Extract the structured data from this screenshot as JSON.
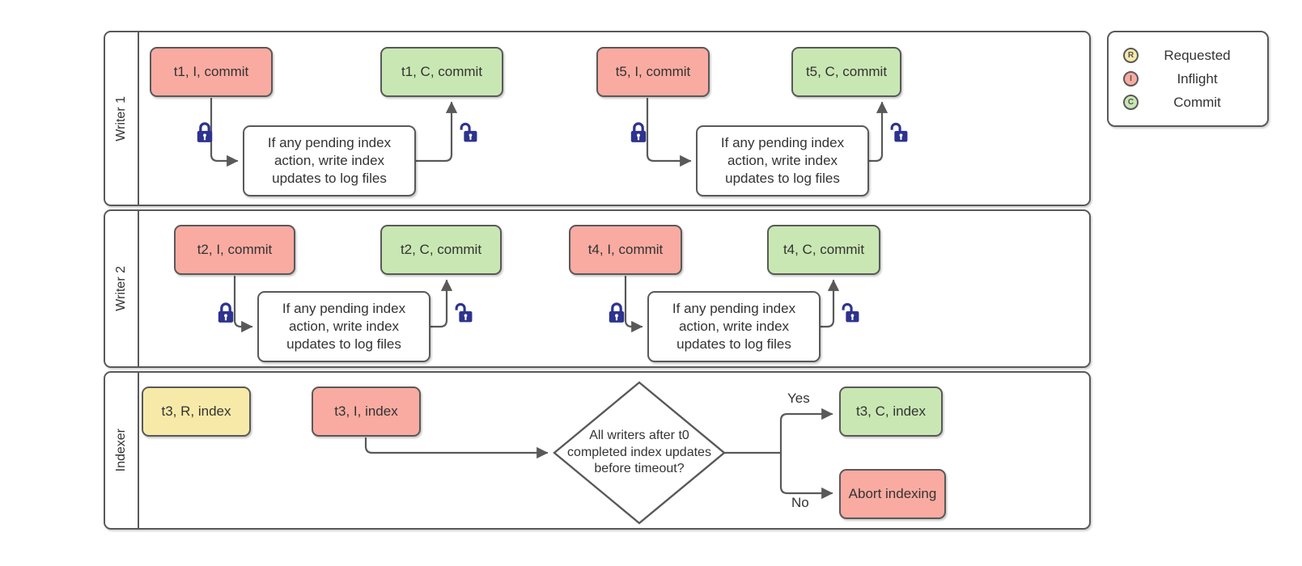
{
  "lanes": {
    "writer1": "Writer 1",
    "writer2": "Writer 2",
    "indexer": "Indexer"
  },
  "nodes": {
    "t1_inflight": "t1, I, commit",
    "t1_commit": "t1, C, commit",
    "t5_inflight": "t5, I, commit",
    "t5_commit": "t5, C, commit",
    "t2_inflight": "t2, I, commit",
    "t2_commit": "t2, C, commit",
    "t4_inflight": "t4, I, commit",
    "t4_commit": "t4, C, commit",
    "t3_requested": "t3, R, index",
    "t3_inflight": "t3, I, index",
    "t3_commit": "t3, C, index",
    "abort": "Abort indexing",
    "pending_note": "If any pending index action, write index updates to log files",
    "decision": "All writers after t0 completed index updates before timeout?"
  },
  "edge_labels": {
    "yes": "Yes",
    "no": "No"
  },
  "legend": {
    "items": [
      {
        "letter": "R",
        "label": "Requested",
        "color": "#f7eaa8"
      },
      {
        "letter": "I",
        "label": "Inflight",
        "color": "#f9aba1"
      },
      {
        "letter": "C",
        "label": "Commit",
        "color": "#c9e7b3"
      }
    ]
  },
  "colors": {
    "inflight": "#f9aba1",
    "commit": "#c9e7b3",
    "requested": "#f7eaa8",
    "node_border": "#595959",
    "connector": "#595959",
    "lock": "#2d338e"
  }
}
